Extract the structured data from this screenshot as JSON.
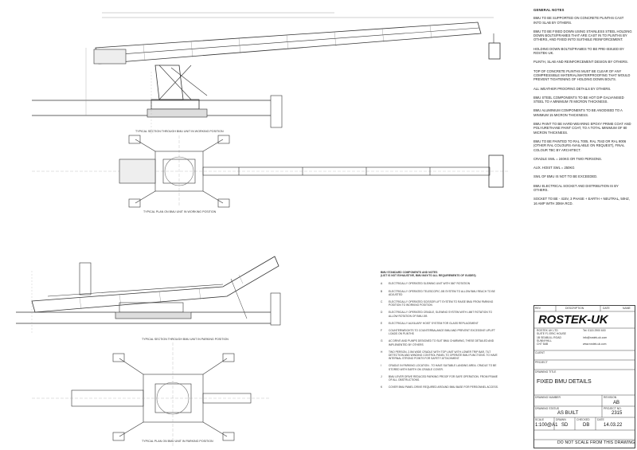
{
  "general_notes": {
    "heading": "GENERAL NOTES",
    "items": [
      "BMU TO BE SUPPORTED ON CONCRETE PLINTHS CAST INTO SLAB BY OTHERS.",
      "BMU TO BE FIXED DOWN USING STAINLESS STEEL HOLDING DOWN BOLTS/FRAMES THAT ARE CAST IN TO PLINTHS BY OTHERS, AND FIXED INTO SUITABLE REINFORCEMENT.",
      "HOLDING DOWN BOLTS/FRAMES TO BE PRE-ISSUED BY ROSTEK-UK.",
      "PLINTH, SLAB AND REINFORCEMENT DESIGN BY OTHERS.",
      "TOP OF CONCRETE PLINTHS MUST BE CLEAR OF ANY COMPRESSIBLE MATERIAL/WATERPROOFING THAT WOULD PREVENT TIGHTENING OF HOLDING DOWN BOLTS.",
      "ALL WEATHER PROOFING DETAILS BY OTHERS.",
      "BMU STEEL COMPONENTS TO BE HOT DIP GALVANISED STEEL TO A MINIMUM 70 MICRON THICKNESS.",
      "BMU ALUMINIUM COMPONENTS TO BE ANODISED TO A MINIMUM 15 MICRON THICKNESS.",
      "BMU PAINT TO BE HARD-WEARING EPOXY PRIME COAT AND POLYURETHANE PAINT COAT, TO A TOTAL MINIMUM OF 80 MICRON THICKNESS.",
      "BMU TO BE PAINTED TO RAL 7005, RAL 7043 OR RAL 9006 (OTHER RAL COLOURS AVAILABLE ON REQUEST), FINAL COLOUR TBC BY ARCHITECT.",
      "CRADLE SWL = 240kg OR TWO PERSONS.",
      "AUX. HOIST SWL = 250kg",
      "SWL OF BMU IS NOT TO BE EXCEEDED.",
      "BMU ELECTRICAL SOCKET AND DISTRIBUTION IS BY OTHERS.",
      "SOCKET TO BE - 415v, 3 PHASE + EARTH + NEUTRAL, 50Hz, 16 AMP WITH 30mA RCD."
    ]
  },
  "captions": {
    "section_working": "TYPICAL SECTION THROUGH BMU UNIT IN WORKING POSITION",
    "plan_working": "TYPICAL PLAN ON BMU UNIT IN WORKING POSITION",
    "section_parking": "TYPICAL SECTION THROUGH BMU UNIT IN PARKING POSITION",
    "plan_parking": "TYPICAL PLAN ON BMU UNIT IN PARKING POSITION"
  },
  "bmu_list": {
    "heading": "BMU STANDARD COMPONENTS AND NOTES",
    "subheading": "(LIST IS NOT EXHAUSTIVE, BMU MAY/TO ALL REQUIREMENTS OF GUIDES)",
    "items": [
      {
        "k": "A",
        "t": "ELECTRICALLY OPERATED SLEWING UNIT WITH 360° ROTATION"
      },
      {
        "k": "B",
        "t": "ELECTRICALLY OPERATED TELESCOPIC JIB SYSTEM TO ALLOW BMU REACH TO BE ADJUSTED"
      },
      {
        "k": "C",
        "t": "ELECTRICALLY OPERATED SCISSOR LIFT SYSTEM TO RAISE BMU FROM PARKING POSITION TO WORKING POSITION"
      },
      {
        "k": "D",
        "t": "ELECTRICALLY OPERATED CRADLE, SLEWING SYSTEM WITH LIMIT ROTATION TO ALLOW ROTATION OF BMU JIB"
      },
      {
        "k": "E",
        "t": "ELECTRICALLY AUXILIARY HOIST SYSTEM FOR GLASS REPLACEMENT"
      },
      {
        "k": "F",
        "t": "COUNTERWEIGHTS TO COUNTERBALANCE BMU AND PREVENT EXCESSIVE UPLIFT LOADS ON PLINTHS"
      },
      {
        "k": "G",
        "t": "AC DRIVE AND PUMPS DESIGNED TO SUIT BMU CHARMING, THESE DETAILED AND IMPLEMENTED BY OTHERS"
      },
      {
        "k": "H",
        "t": "TWO PERSON, 2.5m WIDE CRADLE WITH TOP LIMIT WITH LOWER TRIP BAR, TILT DETECTION AND WINDING CONTROL PANEL TO OPERATE BMU FUNCTIONS. TO HAVE INTERNAL STRONG POINTS FOR SAFETY ATTACHMENT."
      },
      {
        "k": "I",
        "t": "CRADLE IN PARKING LOCATION - TO HAVE SUITABLE LANDING AREA. CRADLE TO BE STORED WITH EARTH ON CRADLE COVER."
      },
      {
        "k": "J",
        "t": "BMU LEVER DRIVE REDUCED PARKING PROOF FOR SAFE OPERATION. FROM FRAME OF ALL OBSTRUCTIONS."
      },
      {
        "k": "K",
        "t": "COVER BMU PANEL DRIVE REQUIRED AROUND BMU BASE FOR PERSONNEL ACCESS."
      }
    ]
  },
  "title_block": {
    "rev_label": "REV",
    "description_label": "DESCRIPTION",
    "date_label": "DATE",
    "name_label": "NAME",
    "company": "ROSTEK-UK",
    "company_address": [
      "ROSTEK UK LTD",
      "SUITE F1 ERIC HOUSE",
      "1B SEABULL ROAD",
      "SUNNYHILL",
      "CH7 5AB"
    ],
    "company_contact": [
      "Tel: 0115 2900 600",
      "",
      "info@rostek-uk.com",
      "",
      "www.rostek-uk.com"
    ],
    "client_label": "CLIENT",
    "project_label": "PROJECT",
    "drawing_title_label": "DRAWING TITLE",
    "drawing_title": "FIXED BMU DETAILS",
    "drawing_number_label": "DRAWING NUMBER",
    "revision_label": "REVISION",
    "revision": "AB",
    "drawing_status_label": "DRAWING STATUS",
    "drawing_status": "AS BUILT",
    "project_no_label": "PROJECT NO.",
    "project_no": "2315",
    "scale_label": "SCALE",
    "scale": "1:100@A1",
    "drawn_label": "DRAWN",
    "drawn": "SD",
    "checked_label": "CHECKED",
    "checked": "DB",
    "date_label2": "DATE",
    "date": "14.03.22",
    "footer": "DO NOT SCALE FROM THIS DRAWING"
  }
}
